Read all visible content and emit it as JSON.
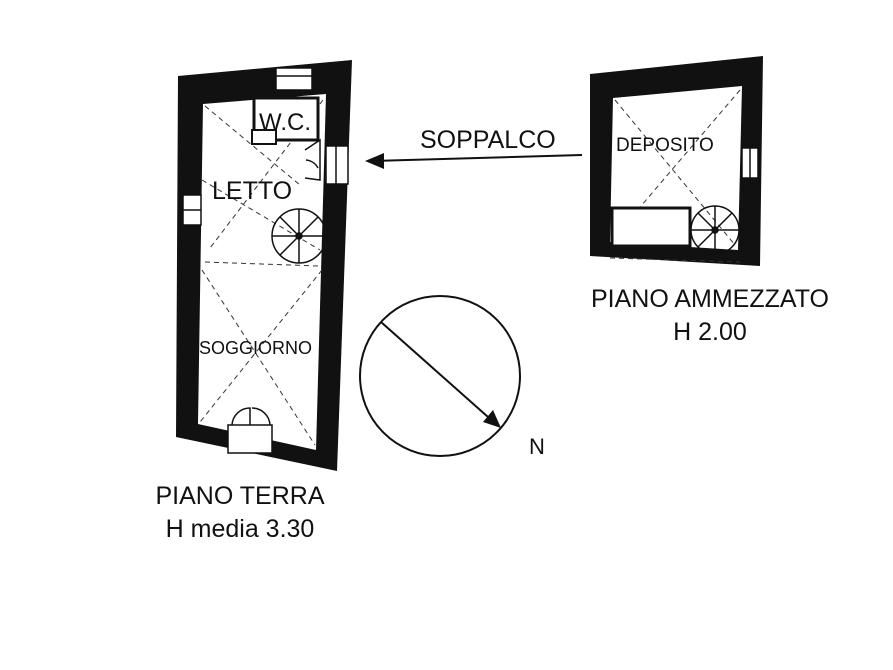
{
  "ground_floor": {
    "rooms": {
      "wc": "W.C.",
      "letto": "LETTO",
      "soggiorno": "SOGGIORNO"
    },
    "caption": {
      "name": "PIANO TERRA",
      "height": "H media 3.30"
    }
  },
  "mezzanine": {
    "rooms": {
      "deposito": "DEPOSITO"
    },
    "arrow_label": "SOPPALCO",
    "caption": {
      "name": "PIANO AMMEZZATO",
      "height": "H 2.00"
    }
  },
  "compass": {
    "north_label": "N"
  },
  "colors": {
    "wall": "#111111",
    "background": "#ffffff"
  }
}
